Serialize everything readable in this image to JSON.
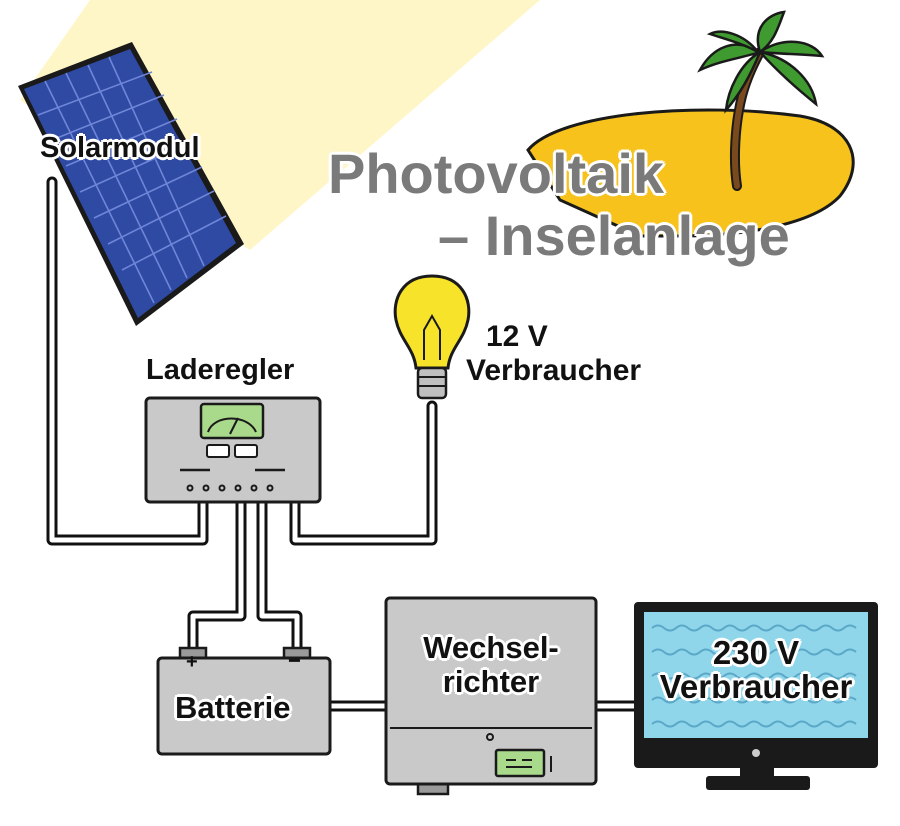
{
  "title": {
    "line1": "Photovoltaik",
    "line2": "– Inselanlage"
  },
  "labels": {
    "solarmodul": "Solarmodul",
    "laderegler": "Laderegler",
    "verbraucher12_line1": "12 V",
    "verbraucher12_line2": "Verbraucher",
    "batterie": "Batterie",
    "wechselrichter_line1": "Wechsel-",
    "wechselrichter_line2": "richter",
    "verbraucher230_line1": "230 V",
    "verbraucher230_line2": "Verbraucher",
    "battery_plus": "+",
    "battery_minus": "−"
  },
  "colors": {
    "title": "#7a7a7a",
    "panel": "#2f4aa3",
    "device": "#c9c9c9",
    "screen": "#8fd6ea",
    "island": "#f6c21b",
    "bulb": "#f7e32a",
    "sunlight": "#fff6c8",
    "palm_leaves": "#3f9a2f",
    "trunk": "#7a4a1e",
    "lcd": "#a9d98a"
  },
  "icons": [
    "sunlight-icon",
    "solar-panel-icon",
    "palm-tree-icon",
    "island-icon",
    "light-bulb-icon",
    "charge-controller-icon",
    "battery-icon",
    "inverter-icon",
    "tv-monitor-icon"
  ]
}
